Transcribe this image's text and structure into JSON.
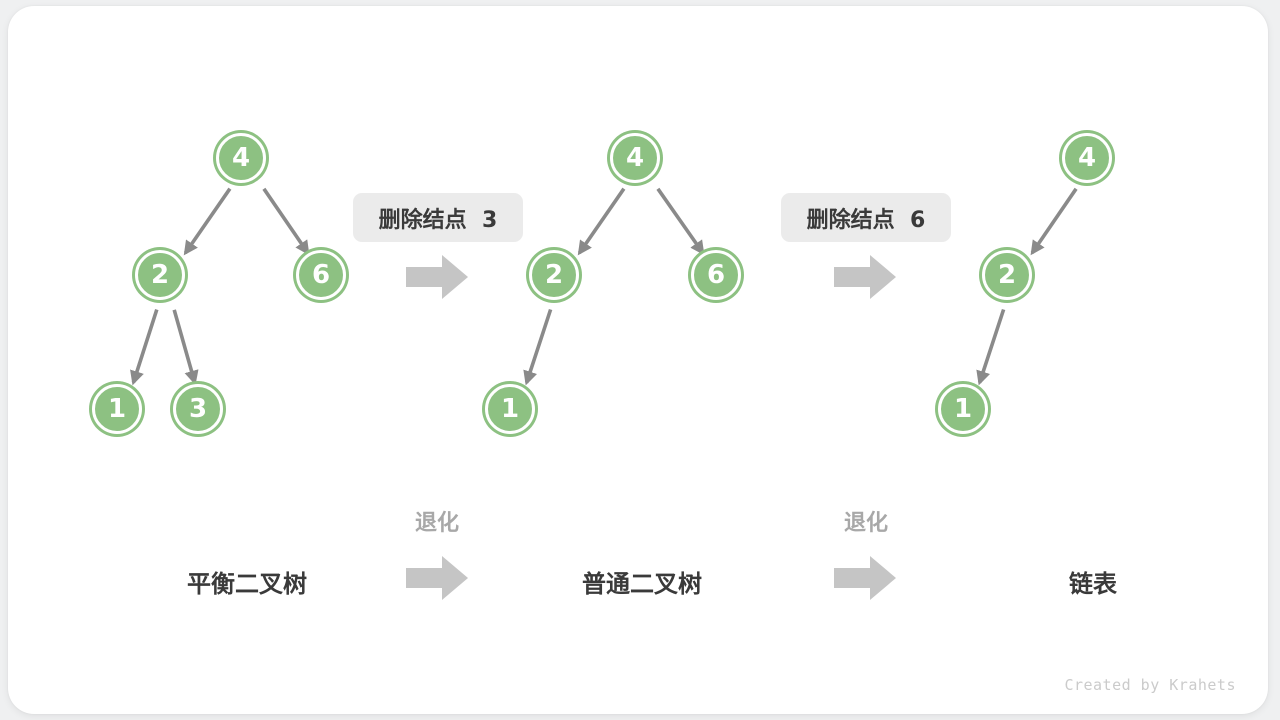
{
  "figure": {
    "watermark": "Created by Krahets",
    "colors": {
      "node_green": "#8dc182",
      "edge_gray": "#8a8a8a",
      "block_arrow_gray": "#c5c5c5",
      "op_label_bg": "#ebebeb",
      "text_dark": "#3a3a3a",
      "text_gray": "#a8a8a8",
      "card_bg": "#ffffff",
      "page_bg": "#eff0f1"
    }
  },
  "operations": [
    {
      "label": "删除结点  3"
    },
    {
      "label": "删除结点  6"
    }
  ],
  "transitions": [
    {
      "label": "退化"
    },
    {
      "label": "退化"
    }
  ],
  "trees": [
    {
      "caption": "平衡二叉树",
      "nodes": [
        {
          "value": "4"
        },
        {
          "value": "2"
        },
        {
          "value": "6"
        },
        {
          "value": "1"
        },
        {
          "value": "3"
        }
      ],
      "edges": [
        [
          "4",
          "2"
        ],
        [
          "4",
          "6"
        ],
        [
          "2",
          "1"
        ],
        [
          "2",
          "3"
        ]
      ]
    },
    {
      "caption": "普通二叉树",
      "nodes": [
        {
          "value": "4"
        },
        {
          "value": "2"
        },
        {
          "value": "6"
        },
        {
          "value": "1"
        }
      ],
      "edges": [
        [
          "4",
          "2"
        ],
        [
          "4",
          "6"
        ],
        [
          "2",
          "1"
        ]
      ]
    },
    {
      "caption": "链表",
      "nodes": [
        {
          "value": "4"
        },
        {
          "value": "2"
        },
        {
          "value": "1"
        }
      ],
      "edges": [
        [
          "4",
          "2"
        ],
        [
          "2",
          "1"
        ]
      ]
    }
  ]
}
